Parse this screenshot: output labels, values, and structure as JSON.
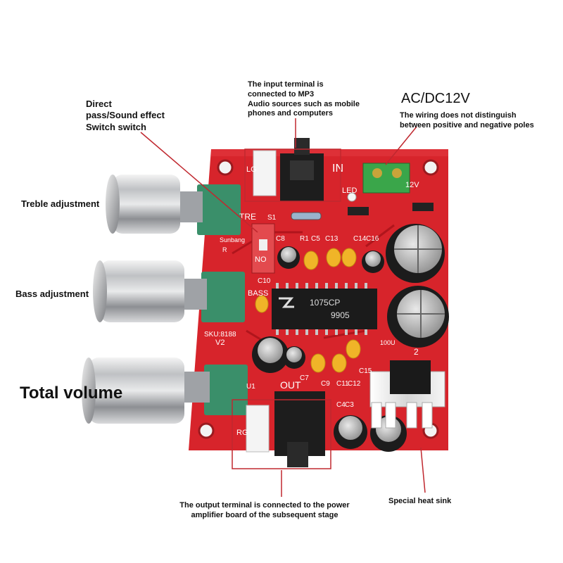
{
  "annotations": {
    "switch": [
      "Direct",
      "pass/Sound effect",
      "Switch switch"
    ],
    "treble": "Treble adjustment",
    "bass": "Bass adjustment",
    "volume": "Total volume",
    "input": [
      "The input terminal is",
      "connected to MP3",
      "Audio sources such as mobile",
      "phones and computers"
    ],
    "power_title": "AC/DC12V",
    "power_note": [
      "The wiring does not distinguish",
      "between positive and negative poles"
    ],
    "output": [
      "The output terminal is connected to the power",
      "amplifier board of the subsequent stage"
    ],
    "heatsink": "Special heat sink"
  },
  "board": {
    "ic_line1": "1075CP",
    "ic_line2": "9905",
    "in_label": "IN",
    "out_label": "OUT",
    "volt_label": "12V",
    "treble_silk": "TRE",
    "bass_silk": "BASS",
    "sku": "SKU:8188",
    "v2": "V2",
    "no_label": "NO",
    "r_label": "R",
    "sunbang": "Sunbang",
    "led_label": "LED",
    "s1": "S1",
    "c8": "C8",
    "c9": "C9",
    "c10": "C10",
    "c11": "C11",
    "c12": "C12",
    "c13": "C13",
    "c14": "C14",
    "c15": "C15",
    "c16": "C16",
    "c7": "C7",
    "c3": "C3",
    "c4": "C4",
    "c5": "C5",
    "r1": "R1",
    "lg": "LG",
    "rg": "RG",
    "u1": "U1",
    "cap_100u": "100U",
    "d2": "2"
  },
  "colors": {
    "pcb": "#d7242b",
    "pcb_dark": "#b0151c",
    "annotation_line": "#c0282f",
    "knob": "#c9cbce",
    "pot_green": "#3a8f6a"
  }
}
